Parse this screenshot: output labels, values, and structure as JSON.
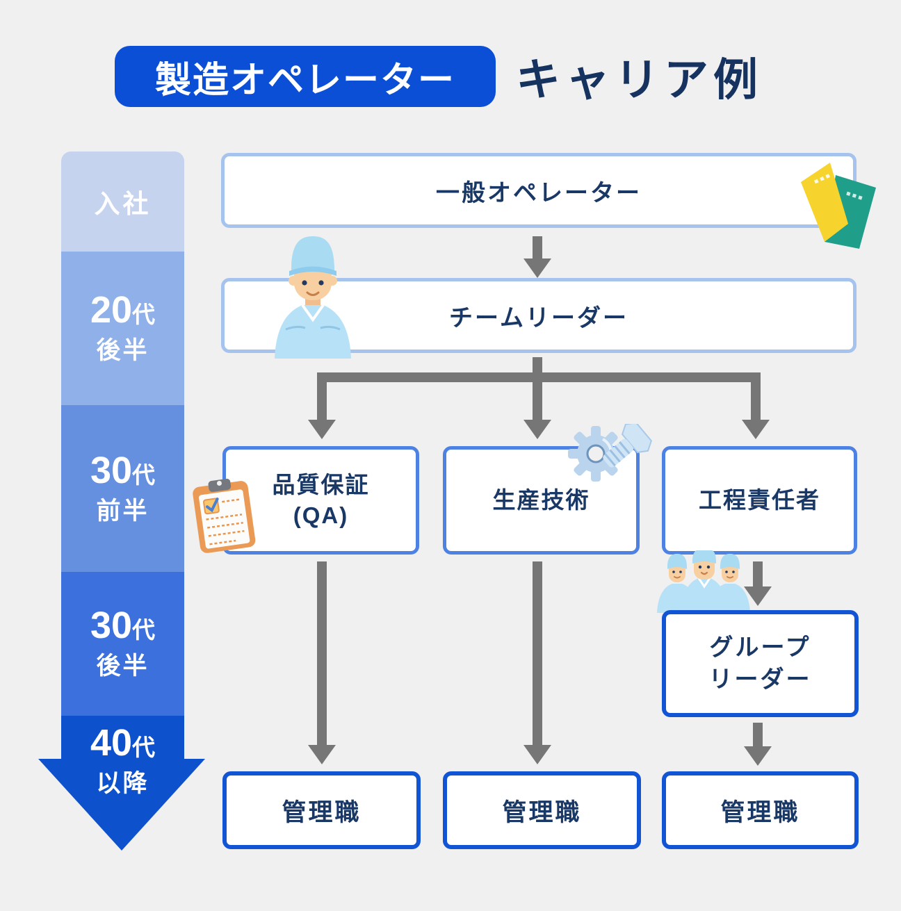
{
  "header": {
    "badge_label": "製造オペレーター",
    "title": "キャリア例"
  },
  "timeline": {
    "segments": [
      {
        "label": "入社",
        "color": "#c5d3ee"
      },
      {
        "num": "20",
        "unit": "代",
        "sub": "後半",
        "color": "#8fb0e8"
      },
      {
        "num": "30",
        "unit": "代",
        "sub": "前半",
        "color": "#6590e0"
      },
      {
        "num": "30",
        "unit": "代",
        "sub": "後半",
        "color": "#3b70dd"
      },
      {
        "num": "40",
        "unit": "代",
        "sub": "以降",
        "color": "#0d51cd"
      }
    ]
  },
  "flow": {
    "general_operator": "一般オペレーター",
    "team_leader": "チームリーダー",
    "qa_line1": "品質保証",
    "qa_line2": "(QA)",
    "production_engineering": "生産技術",
    "process_manager": "工程責任者",
    "group_leader_line1": "グループ",
    "group_leader_line2": "リーダー",
    "management": "管理職"
  },
  "icons": {
    "book": "book-icon",
    "single_worker": "worker-icon",
    "clipboard": "clipboard-icon",
    "gear_bolt": "gear-bolt-icon",
    "workers_three": "workers-three-icon"
  },
  "colors": {
    "background": "#f0f0f1",
    "badge_blue": "#0b4fd6",
    "title_navy": "#16325f",
    "box_text_navy": "#1a3866",
    "border_light_blue": "#a6c3ee",
    "border_mid_blue": "#4d82e3",
    "border_strong_blue": "#1155d4",
    "arrow_gray": "#767676"
  }
}
